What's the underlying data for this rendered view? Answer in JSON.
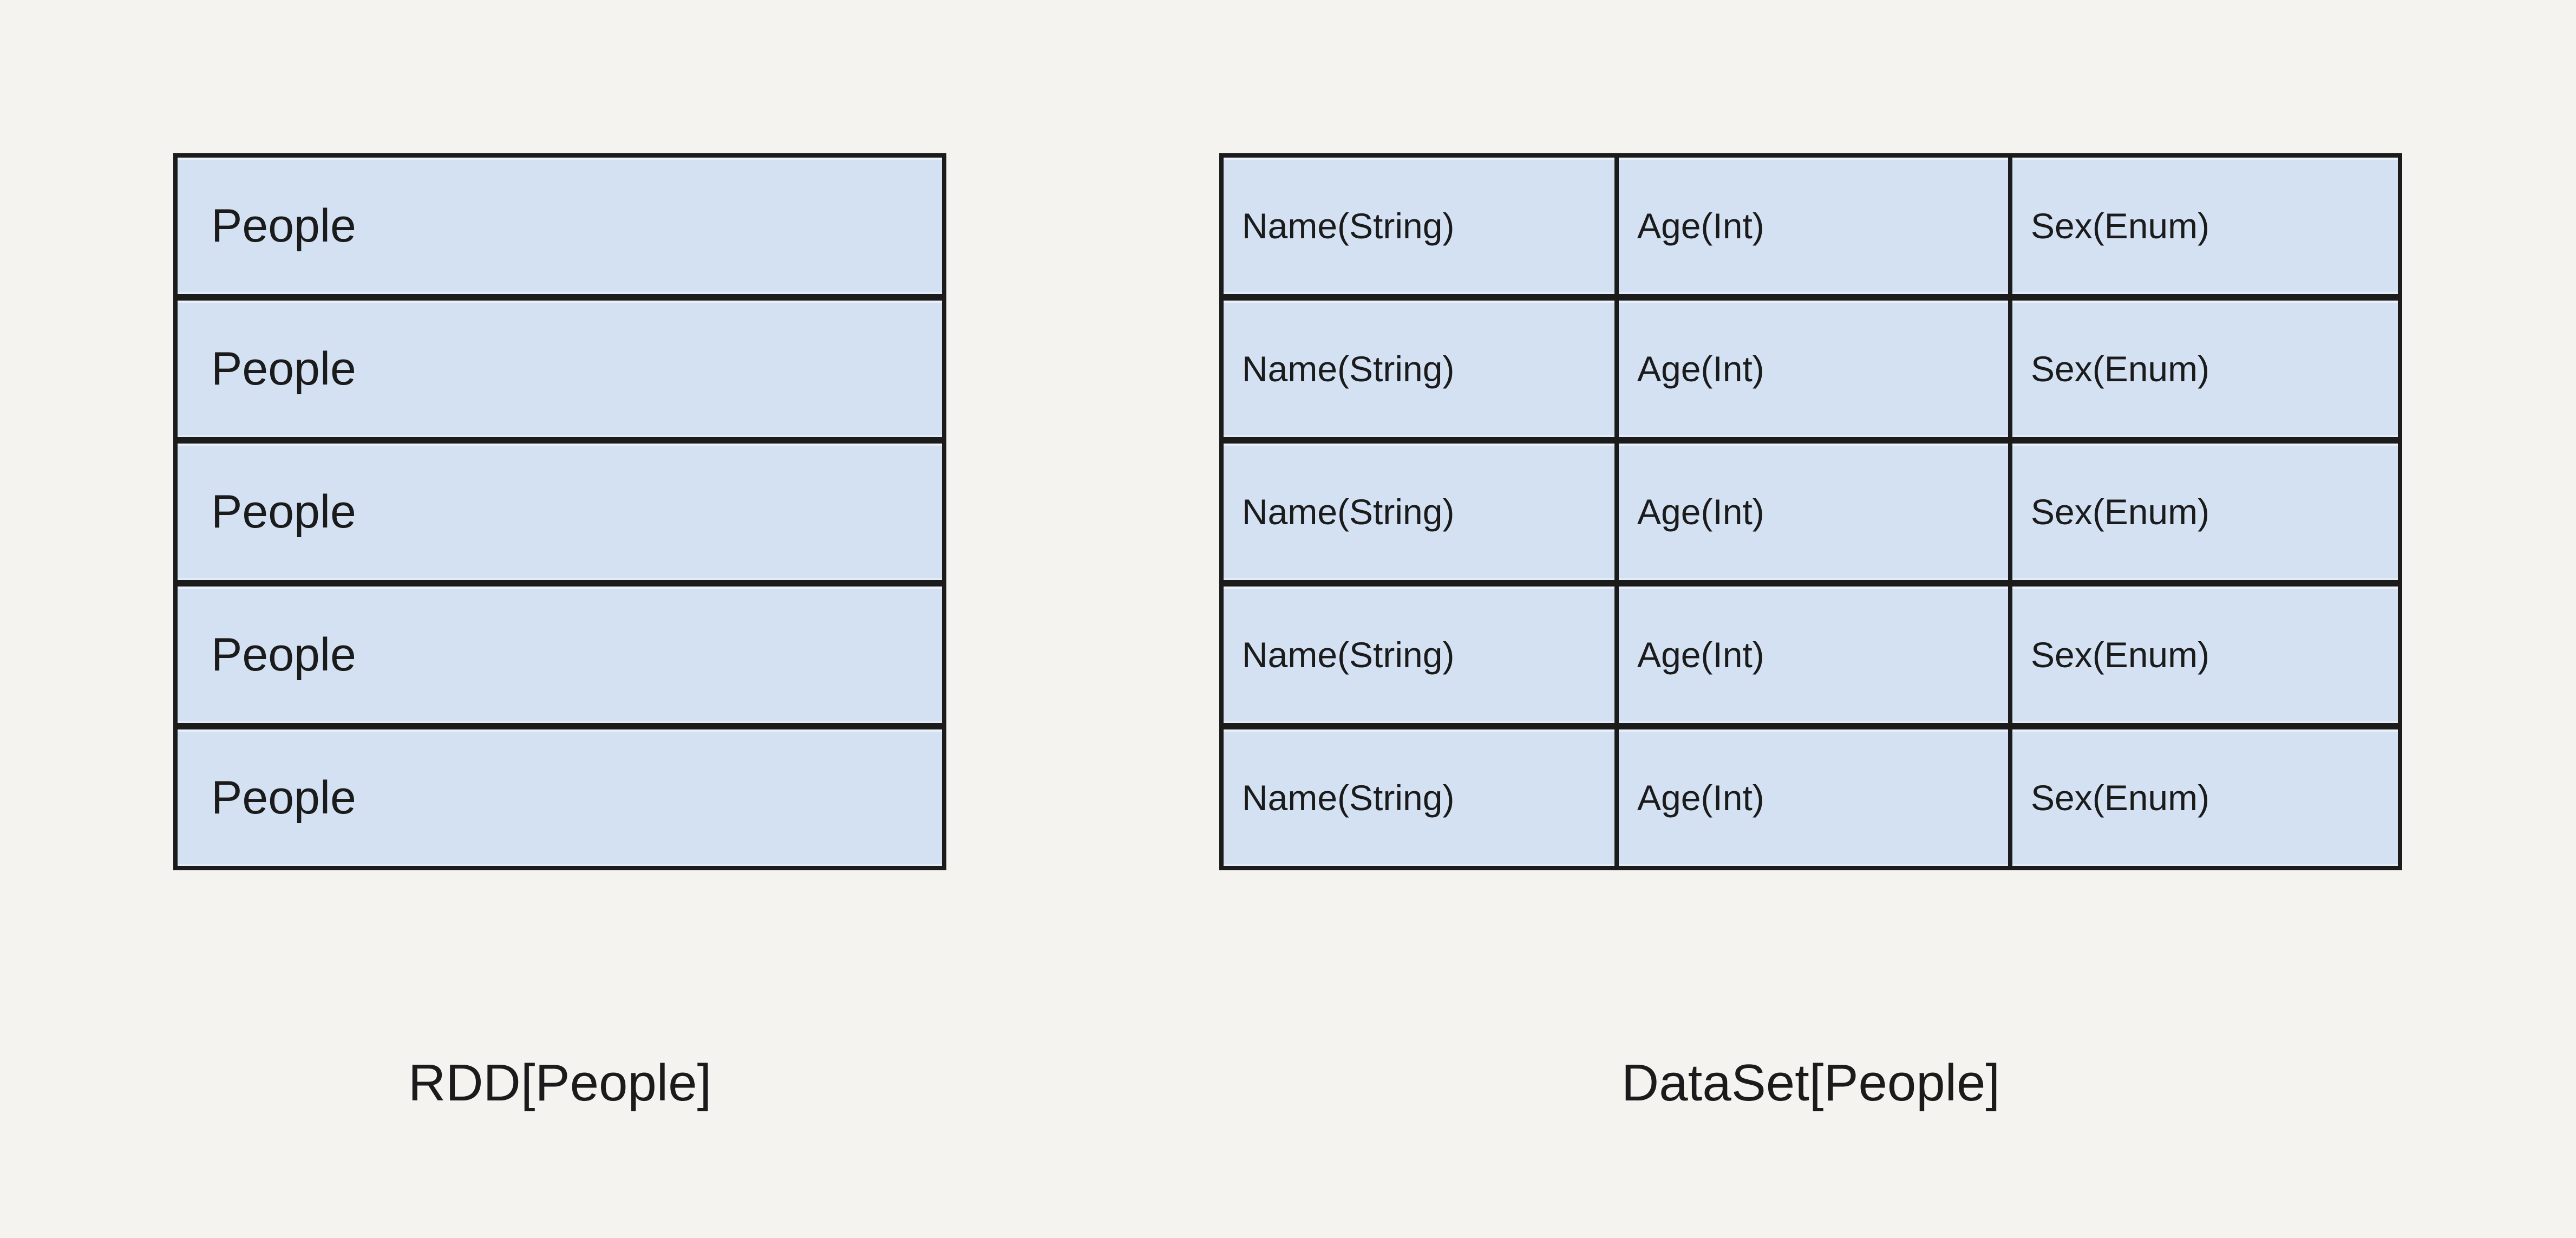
{
  "canvas": {
    "background_color": "#f5f3ef",
    "cell_fill_color": "#d3e1f3",
    "border_color": "#1b1b1b",
    "text_color": "#1b1b1b"
  },
  "rdd": {
    "caption": "RDD[People]",
    "row_label": "People",
    "rows": [
      {
        "label": "People"
      },
      {
        "label": "People"
      },
      {
        "label": "People"
      },
      {
        "label": "People"
      },
      {
        "label": "People"
      }
    ]
  },
  "dataset": {
    "caption": "DataSet[People]",
    "columns": [
      "Name(String)",
      "Age(Int)",
      "Sex(Enum)"
    ],
    "rows": [
      {
        "cells": [
          "Name(String)",
          "Age(Int)",
          "Sex(Enum)"
        ]
      },
      {
        "cells": [
          "Name(String)",
          "Age(Int)",
          "Sex(Enum)"
        ]
      },
      {
        "cells": [
          "Name(String)",
          "Age(Int)",
          "Sex(Enum)"
        ]
      },
      {
        "cells": [
          "Name(String)",
          "Age(Int)",
          "Sex(Enum)"
        ]
      },
      {
        "cells": [
          "Name(String)",
          "Age(Int)",
          "Sex(Enum)"
        ]
      }
    ]
  }
}
